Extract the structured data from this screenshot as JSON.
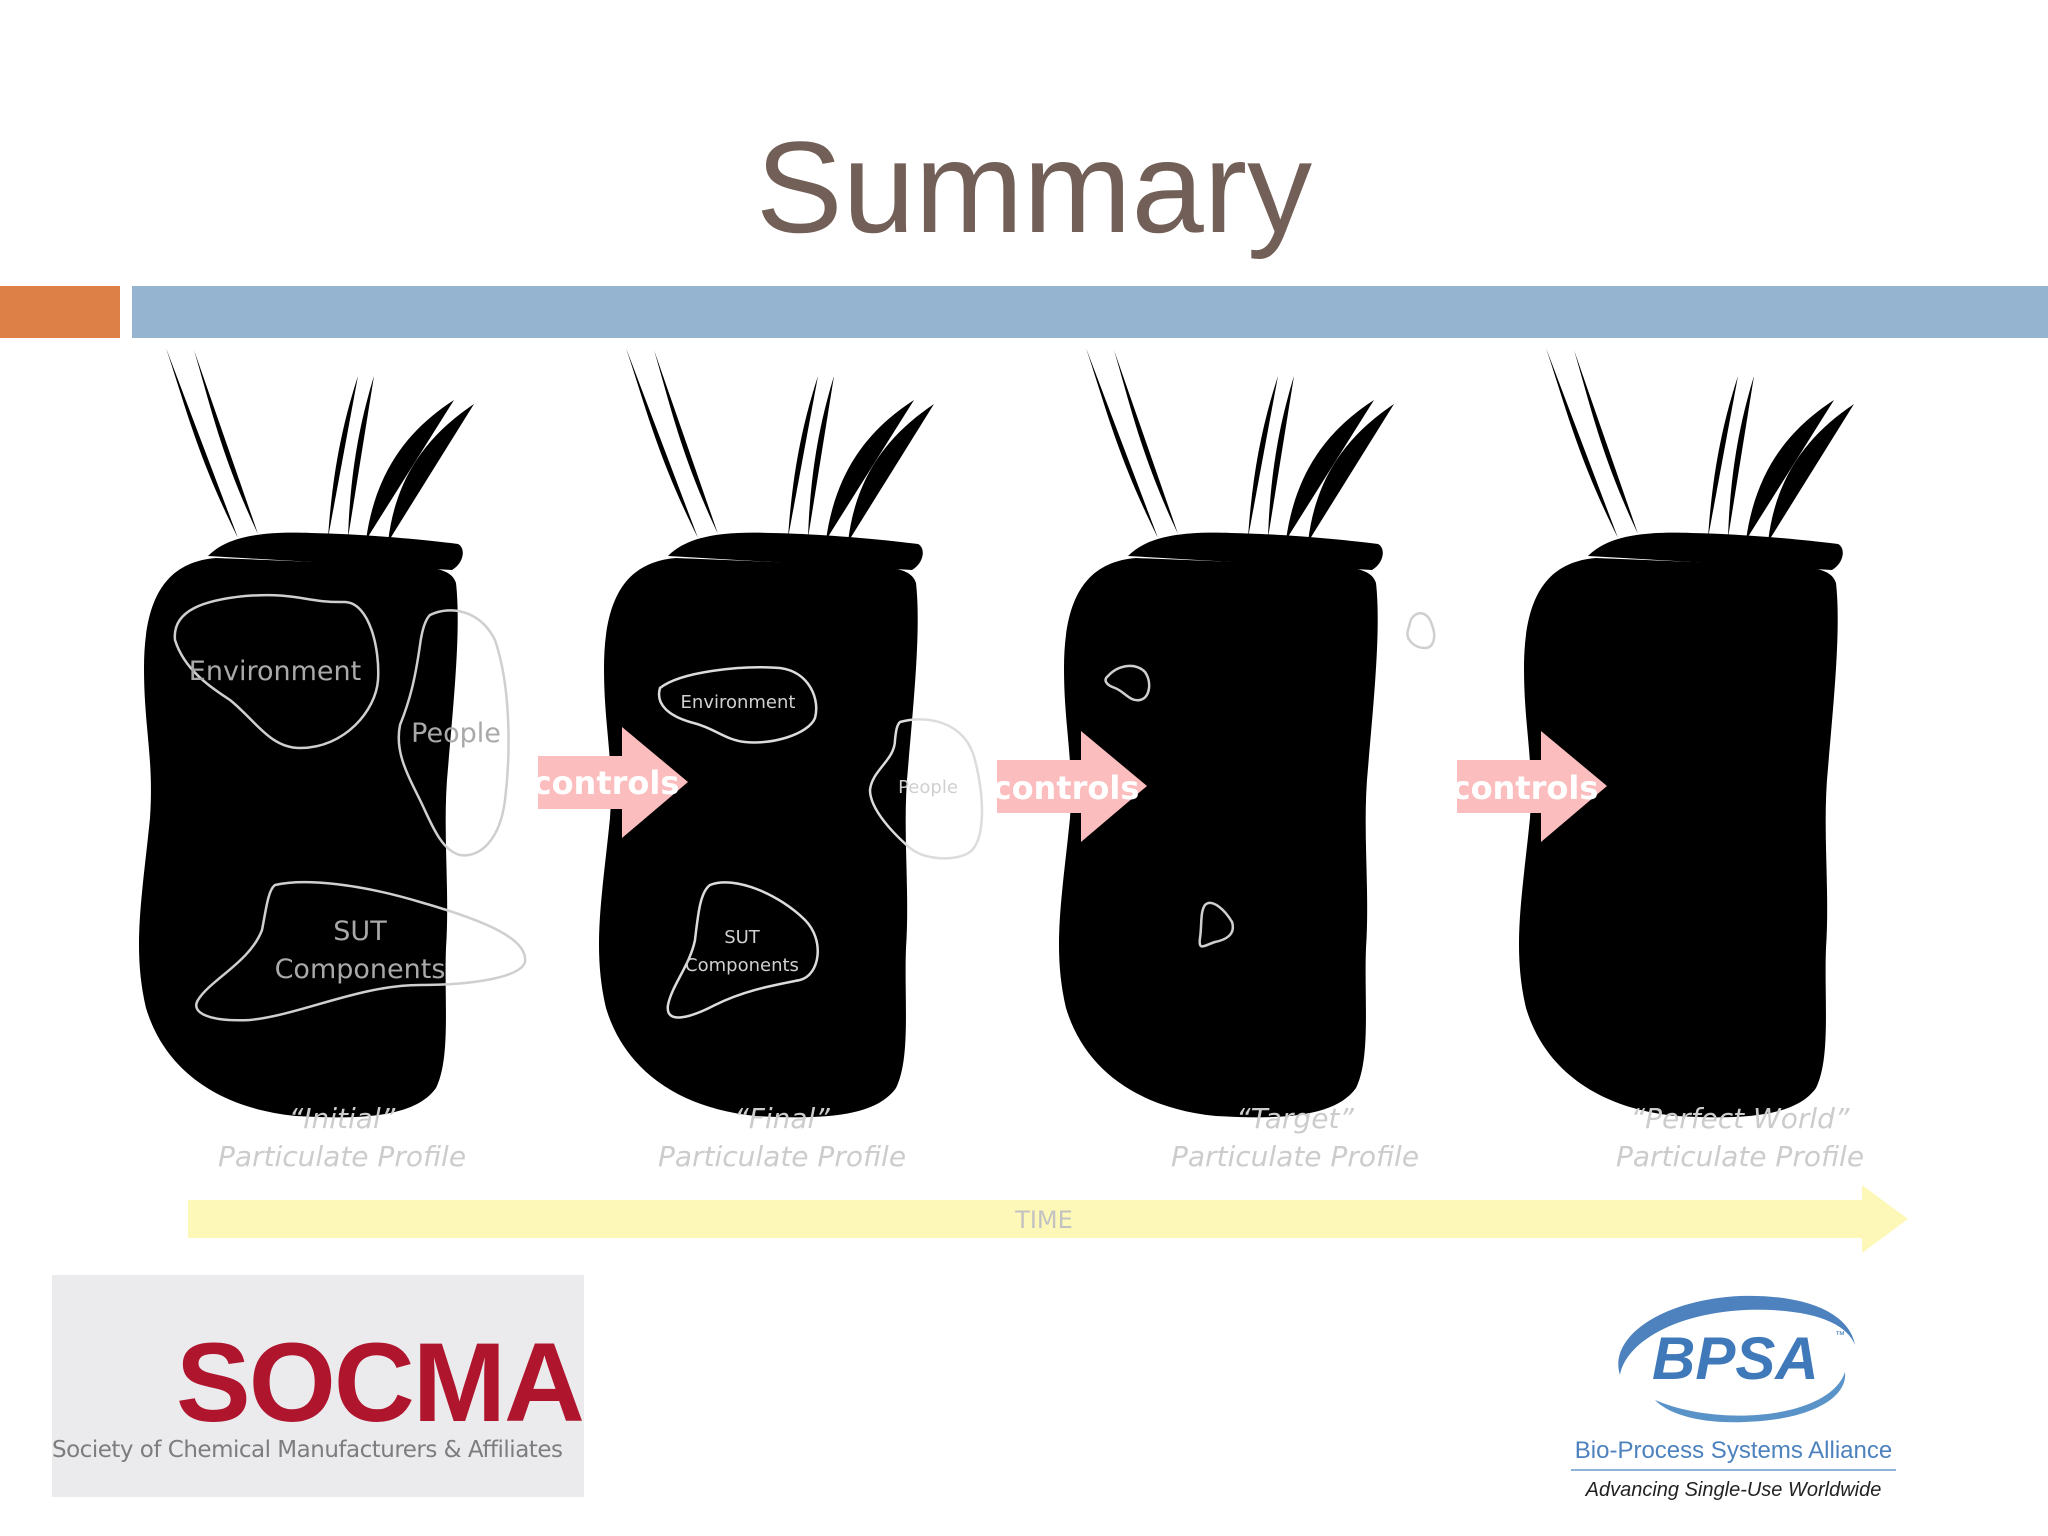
{
  "slide": {
    "title": "Summary"
  },
  "bags": [
    {
      "caption_line1": "“Initial”",
      "caption_line2": "Particulate Profile",
      "labels": {
        "environment": "Environment",
        "people": "People",
        "sut_line1": "SUT",
        "sut_line2": "Components"
      }
    },
    {
      "caption_line1": "“Final”",
      "caption_line2": "Particulate Profile",
      "labels": {
        "environment": "Environment",
        "people": "People",
        "sut_line1": "SUT",
        "sut_line2": "Components"
      }
    },
    {
      "caption_line1": "“Target”",
      "caption_line2": "Particulate Profile"
    },
    {
      "caption_line1": "“Perfect World”",
      "caption_line2": "Particulate Profile"
    }
  ],
  "arrows": [
    "controls",
    "controls",
    "controls"
  ],
  "timeline": {
    "label": "TIME"
  },
  "logos": {
    "socma": {
      "name": "SOCMA",
      "subtitle": "Society of Chemical Manufacturers & Affiliates"
    },
    "bpsa": {
      "name": "BPSA",
      "tm": "™",
      "subtitle": "Bio-Process Systems Alliance",
      "tagline": "Advancing Single-Use Worldwide"
    }
  },
  "colors": {
    "title": "#725f57",
    "accent_orange": "#dc8047",
    "accent_blue": "#94b4cf",
    "arrow": "#fbbdbd",
    "timeline": "#fdf8b7",
    "socma_red": "#b0152e",
    "bpsa_blue": "#3f79b9"
  }
}
